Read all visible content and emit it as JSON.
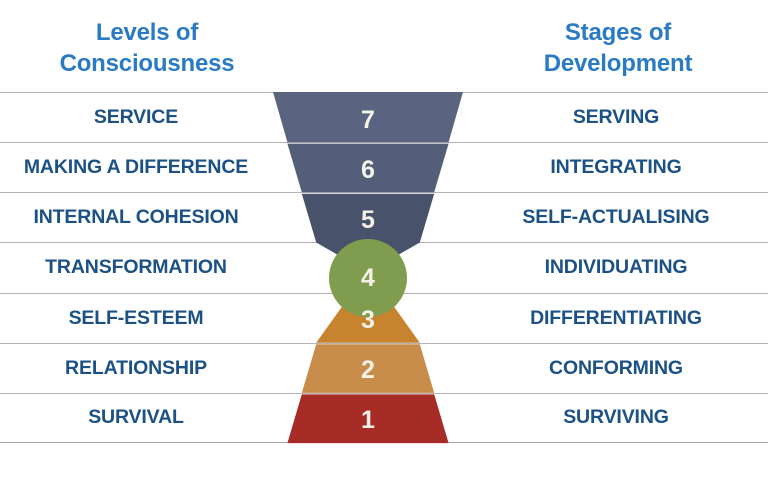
{
  "headers": {
    "left": {
      "line1": "Levels of",
      "line2": "Consciousness"
    },
    "right": {
      "line1": "Stages of",
      "line2": "Development"
    }
  },
  "colors": {
    "header_blue": "#2a7ac4",
    "label_blue": "#1c5186",
    "slate": "#5a6480",
    "slate_mid": "#4f5973",
    "slate_dark": "#49526b",
    "green": "#7f9c4f",
    "orange_dark": "#c8832f",
    "orange_light": "#c98d4b",
    "red": "#a82c26",
    "number_cream": "#f4f1e8",
    "divider": "#b3b3b3"
  },
  "chart_data": {
    "type": "diagram",
    "title": "Levels of Consciousness / Stages of Development",
    "shape": "hourglass",
    "columns": [
      "Levels of Consciousness",
      "Level",
      "Stages of Development"
    ],
    "rows": [
      {
        "level": "7",
        "consciousness": "SERVICE",
        "stage": "SERVING",
        "band": "slate",
        "color": "#5a6480"
      },
      {
        "level": "6",
        "consciousness": "MAKING A DIFFERENCE",
        "stage": "INTEGRATING",
        "band": "slate",
        "color": "#545e79"
      },
      {
        "level": "5",
        "consciousness": "INTERNAL COHESION",
        "stage": "SELF-ACTUALISING",
        "band": "slate",
        "color": "#49526b"
      },
      {
        "level": "4",
        "consciousness": "TRANSFORMATION",
        "stage": "INDIVIDUATING",
        "band": "green",
        "color": "#7f9c4f"
      },
      {
        "level": "3",
        "consciousness": "SELF-ESTEEM",
        "stage": "DIFFERENTIATING",
        "band": "orange-dark",
        "color": "#c8832f"
      },
      {
        "level": "2",
        "consciousness": "RELATIONSHIP",
        "stage": "CONFORMING",
        "band": "orange-light",
        "color": "#c98d4b"
      },
      {
        "level": "1",
        "consciousness": "SURVIVAL",
        "stage": "SURVIVING",
        "band": "red",
        "color": "#a82c26"
      }
    ]
  }
}
